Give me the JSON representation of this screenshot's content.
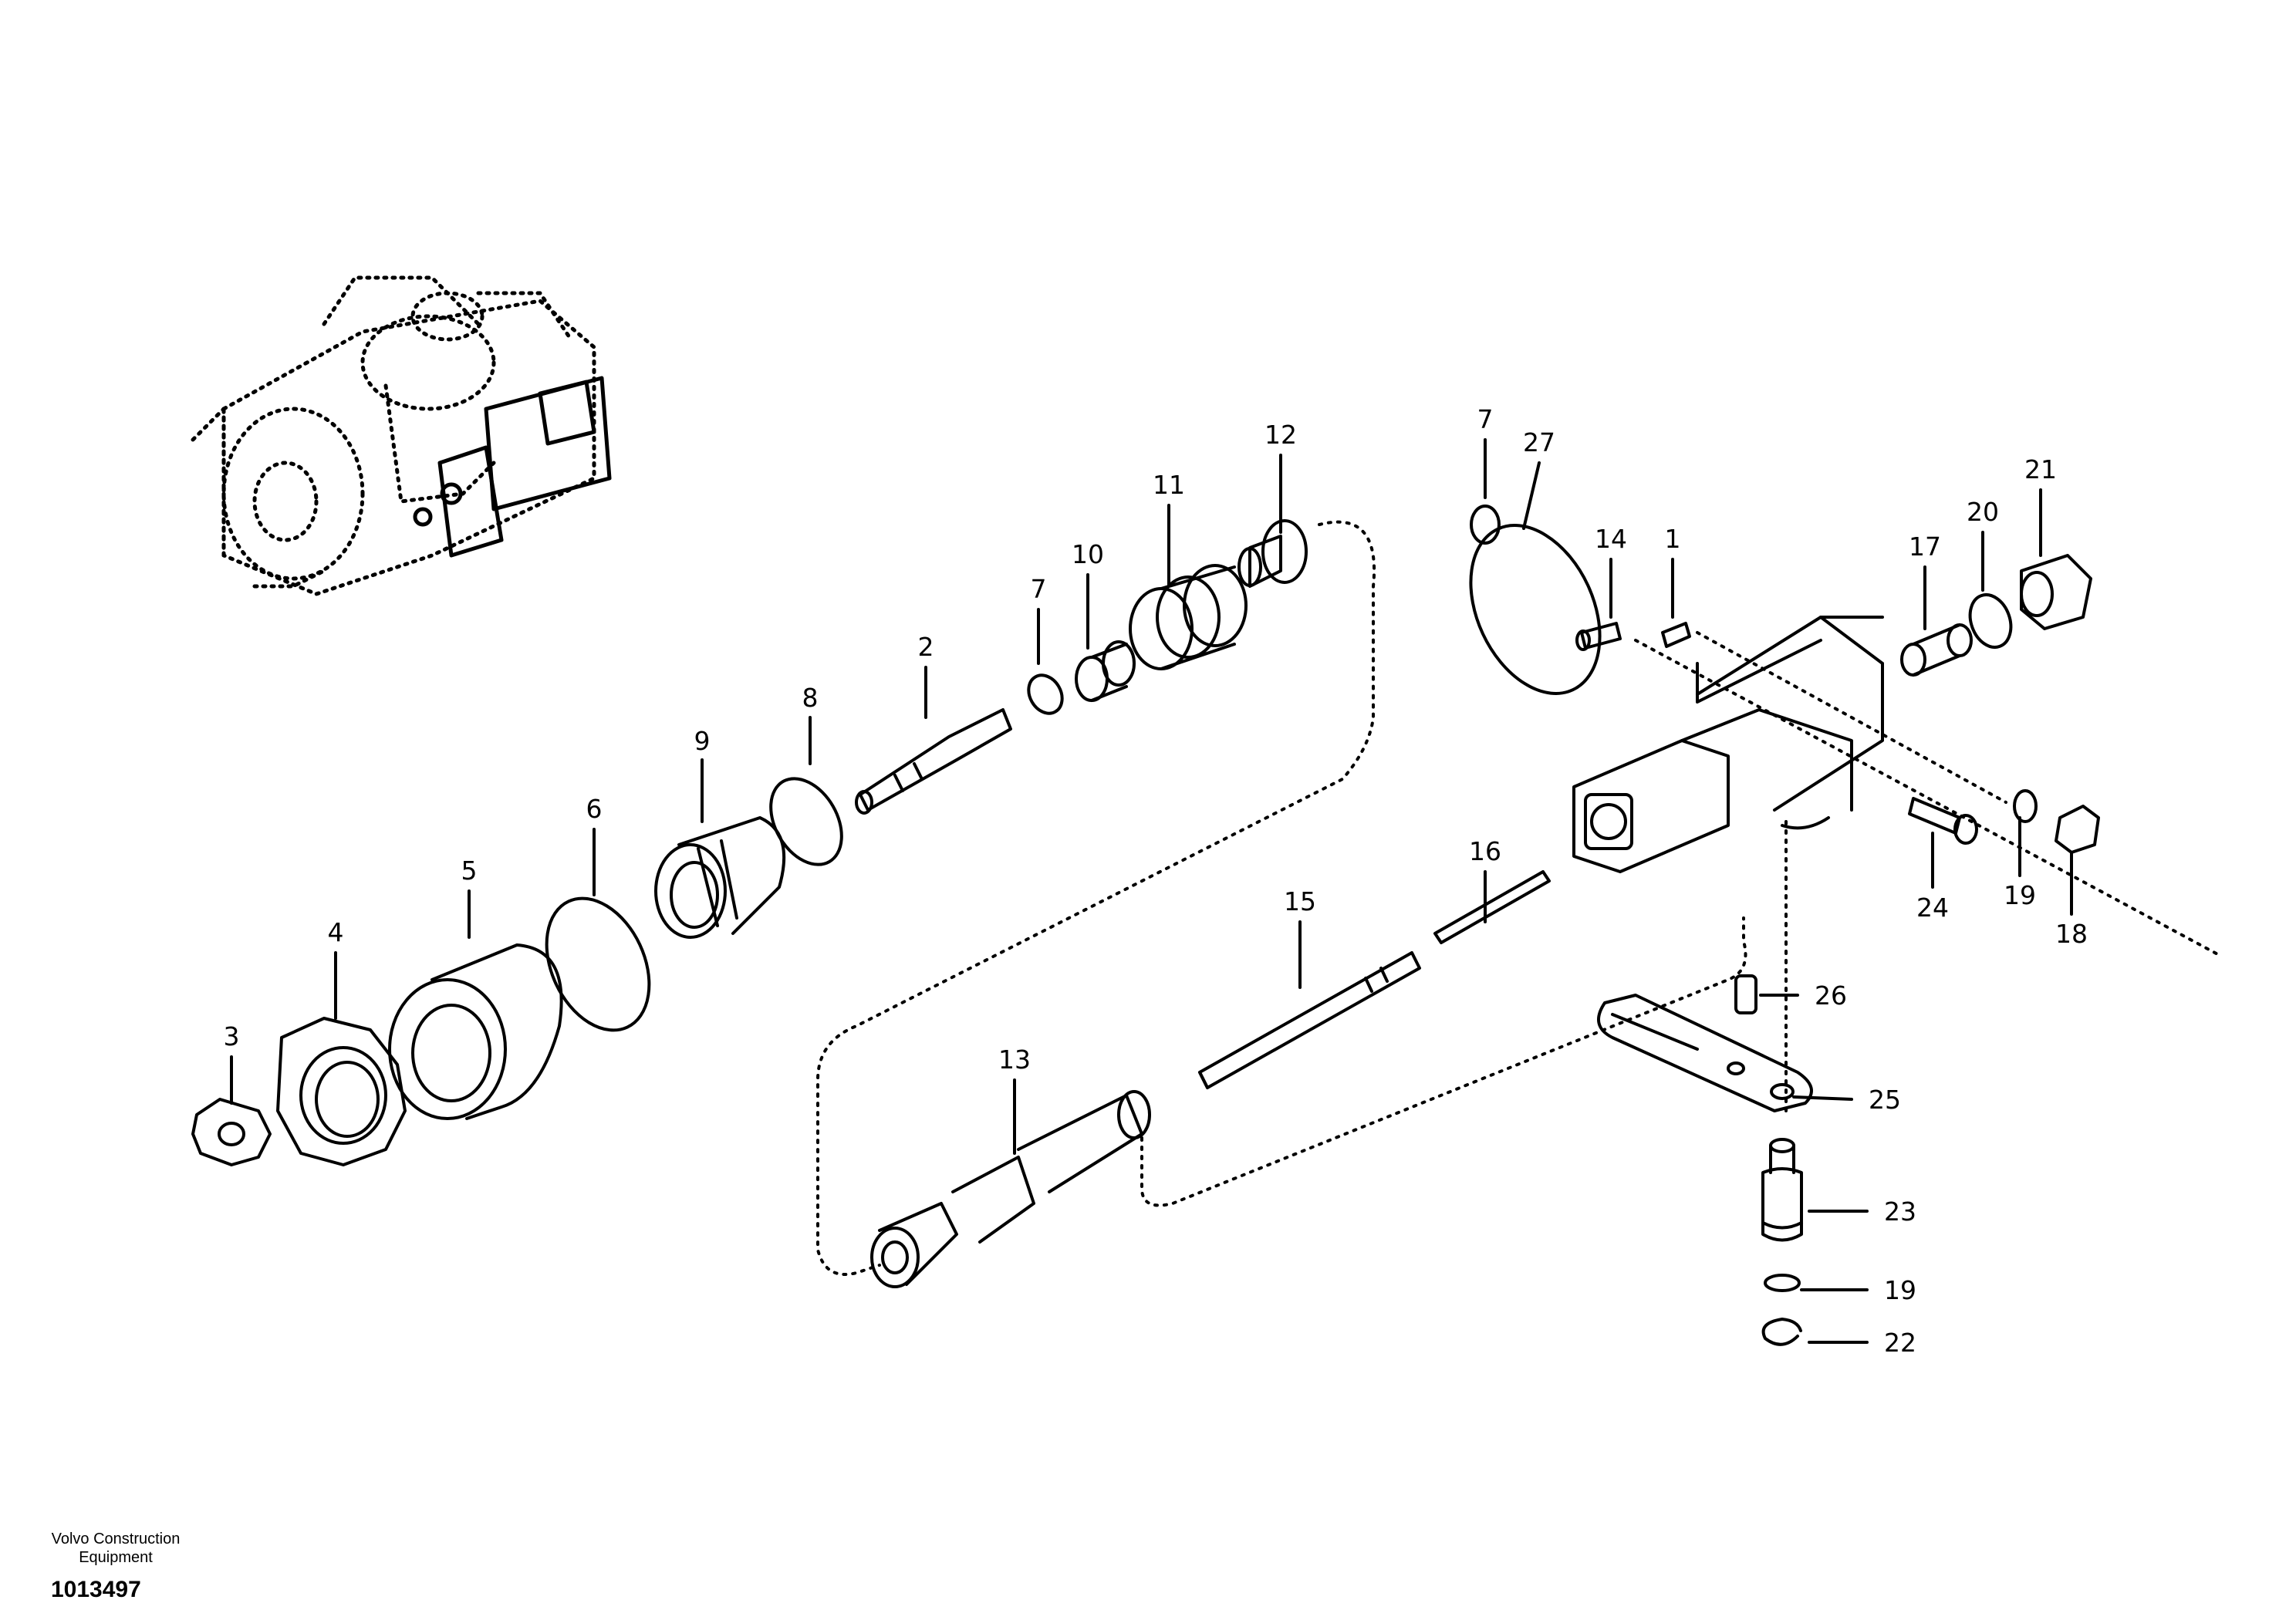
{
  "footer": {
    "brand_line1": "Volvo Construction",
    "brand_line2": "Equipment",
    "document_number": "1013497"
  },
  "callouts": {
    "c1": "1",
    "c2": "2",
    "c3": "3",
    "c4": "4",
    "c5": "5",
    "c6": "6",
    "c7a": "7",
    "c7b": "7",
    "c8": "8",
    "c9": "9",
    "c10": "10",
    "c11": "11",
    "c12": "12",
    "c13": "13",
    "c14": "14",
    "c15": "15",
    "c16": "16",
    "c17": "17",
    "c18": "18",
    "c19a": "19",
    "c19b": "19",
    "c20": "20",
    "c21": "21",
    "c22": "22",
    "c23": "23",
    "c24": "24",
    "c25": "25",
    "c26": "26",
    "c27": "27"
  }
}
